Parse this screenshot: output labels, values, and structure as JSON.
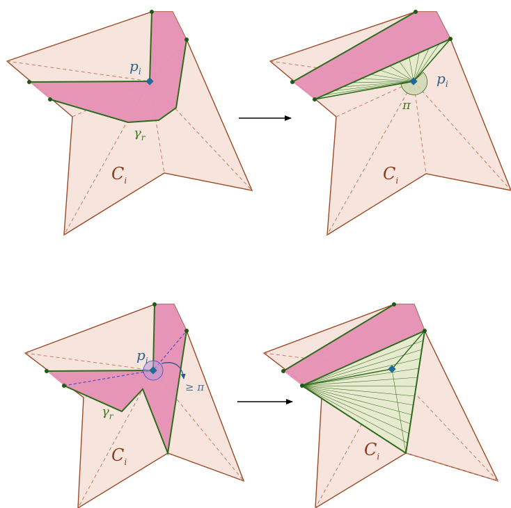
{
  "colors": {
    "polygon_fill": "#f7e4dc",
    "polygon_stroke": "#9a4a26",
    "dashed_line": "#c77a5f",
    "strip_fill": "#e690b4",
    "path_stroke": "#2b6b1b",
    "fan_fill": "#e6ebcf",
    "fan_line": "#3a6a1a",
    "vertex_dot": "#1d5a14",
    "point": "#1f6a97",
    "label_blue": "#2c5f8a",
    "label_green": "#3f7a1f",
    "label_brown": "#8a3a1e",
    "arrow": "#000000",
    "blue_dashed": "#3b48c9",
    "curve_arrow": "#1f5c86"
  },
  "labels": {
    "point_symbol": "p",
    "point_subscript": "i",
    "path_symbol": "γ",
    "path_subscript": "r",
    "cell_symbol": "C",
    "cell_subscript": "i",
    "angle_pi": "π",
    "angle_geq_pi": "≥ π"
  }
}
